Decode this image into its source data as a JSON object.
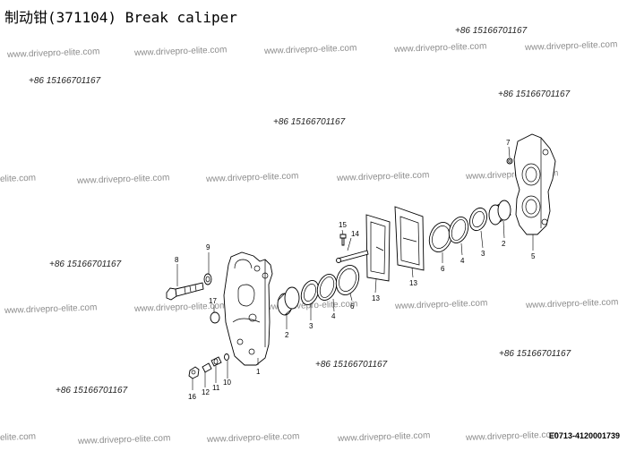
{
  "title": "制动钳(371104) Break caliper",
  "drawing_code": "E0713-4120001739",
  "phone_numbers": [
    "+86 15166701167",
    "+86 15166701167",
    "+86 15166701167",
    "+86 15166701167",
    "+86 15166701167",
    "+86 15166701167",
    "+86 15166701167",
    "+86 15166701167"
  ],
  "watermarks": [
    "www.drivepro-elite.com",
    "www.drivepro-elite.com",
    "www.drivepro-elite.com",
    "www.drivepro-elite.com",
    "www.drivepro-elite.com",
    "elite.com",
    "www.drivepro-elite.com",
    "www.drivepro-elite.com",
    "www.drivepro-elite.com",
    "www.drivepro-elite.com",
    "www.drivepro-elite.com",
    "www.drivepro-elite.com",
    "www.drivepro-elite.com",
    "www.drivepro-elite.com",
    "www.drivepro-elite.com",
    "elite.com",
    "www.drivepro-elite.com",
    "www.drivepro-elite.com",
    "www.drivepro-elite.com",
    "www.drivepro-elite.com"
  ],
  "callouts": {
    "c1": "1",
    "c2a": "2",
    "c2b": "2",
    "c3a": "3",
    "c3b": "3",
    "c4a": "4",
    "c4b": "4",
    "c5": "5",
    "c6a": "6",
    "c6b": "6",
    "c7": "7",
    "c8": "8",
    "c9": "9",
    "c10": "10",
    "c11": "11",
    "c12": "12",
    "c13a": "13",
    "c13b": "13",
    "c14": "14",
    "c15": "15",
    "c16": "16",
    "c17": "17"
  }
}
